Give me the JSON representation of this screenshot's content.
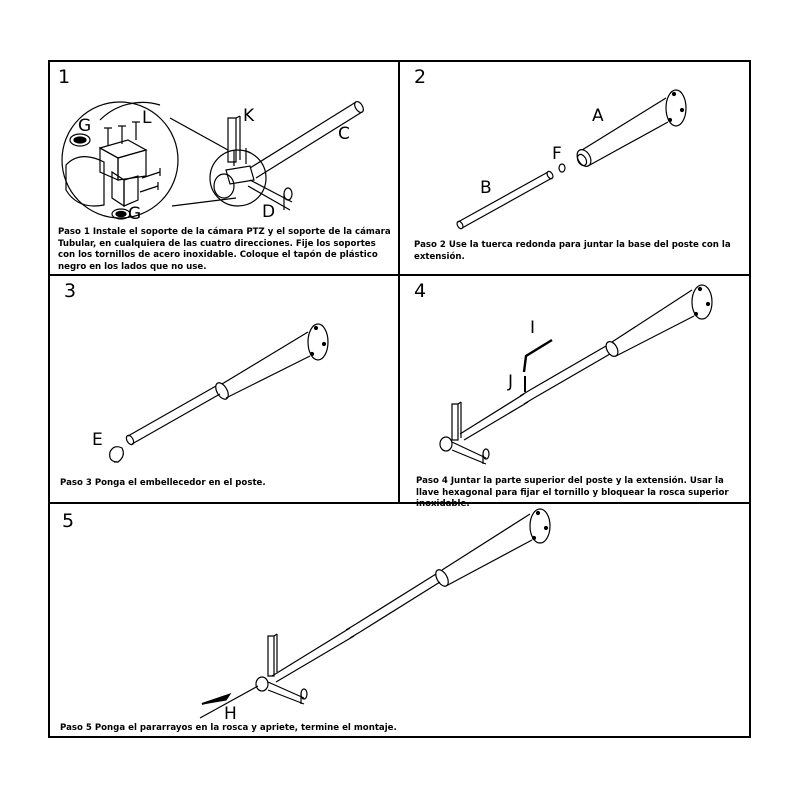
{
  "steps": [
    {
      "number": "1",
      "caption": "Paso 1 Instale el soporte de la cámara PTZ y el soporte de la cámara Tubular, en cualquiera de las cuatro direcciones. Fije los soportes con los tornillos de acero inoxidable. Coloque el tapón de plástico negro en los lados que no use.",
      "labels": {
        "g_top": "G",
        "l": "L",
        "k": "K",
        "c": "C",
        "d": "D",
        "g_bottom": "G"
      }
    },
    {
      "number": "2",
      "caption": "Paso 2 Use la tuerca redonda para juntar la base del poste con la extensión.",
      "labels": {
        "a": "A",
        "f": "F",
        "b": "B"
      }
    },
    {
      "number": "3",
      "caption": "Paso 3 Ponga el embellecedor en el poste.",
      "labels": {
        "e": "E"
      }
    },
    {
      "number": "4",
      "caption": "Paso 4 Juntar la parte superior del poste y la extensión. Usar la llave hexagonal para fijar el tornillo y bloquear la rosca superior inoxidable.",
      "labels": {
        "i": "I",
        "j": "J"
      }
    },
    {
      "number": "5",
      "caption": "Paso 5 Ponga el pararrayos en la rosca y apriete, termine el montaje.",
      "labels": {
        "h": "H"
      }
    }
  ]
}
